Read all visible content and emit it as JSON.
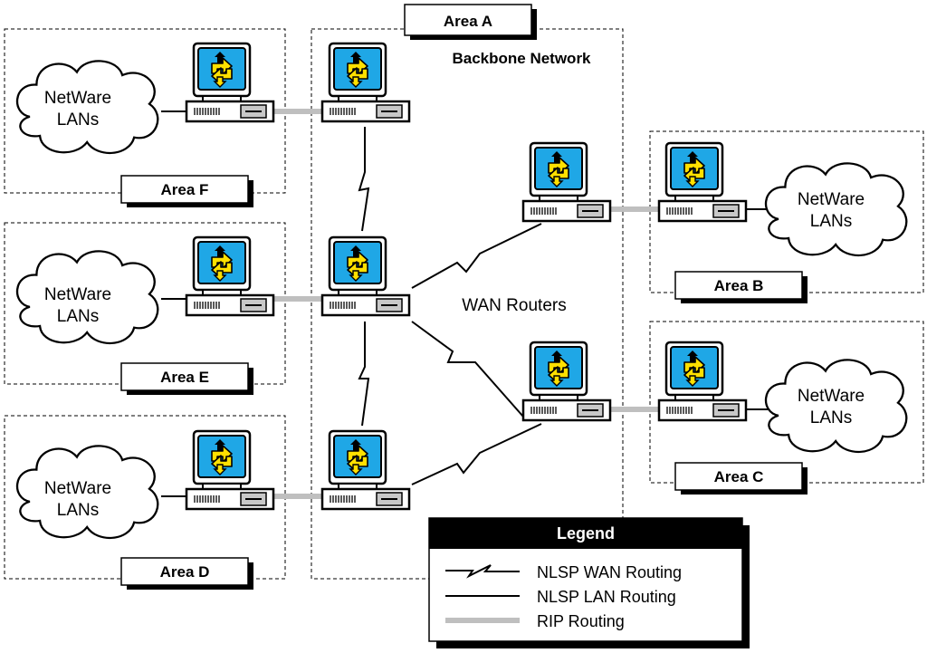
{
  "areas": {
    "a": "Area A",
    "b": "Area B",
    "c": "Area C",
    "d": "Area D",
    "e": "Area E",
    "f": "Area F"
  },
  "backbone_label": "Backbone Network",
  "wan_routers_label": "WAN Routers",
  "cloud": {
    "line1": "NetWare",
    "line2": "LANs"
  },
  "legend": {
    "title": "Legend",
    "items": [
      {
        "label": "NLSP WAN Routing",
        "style": "lightning"
      },
      {
        "label": "NLSP LAN Routing",
        "style": "line",
        "color": "#000000"
      },
      {
        "label": "RIP Routing",
        "style": "line",
        "color": "#bfbfbf"
      }
    ]
  },
  "colors": {
    "screen": "#1fa7e6",
    "arrow": "#ffe000",
    "rip": "#bfbfbf",
    "device": "#c8c8c8"
  },
  "icons": {
    "router": "router-computer-icon",
    "cloud": "lan-cloud-icon",
    "wan_link": "lightning-link-icon"
  }
}
